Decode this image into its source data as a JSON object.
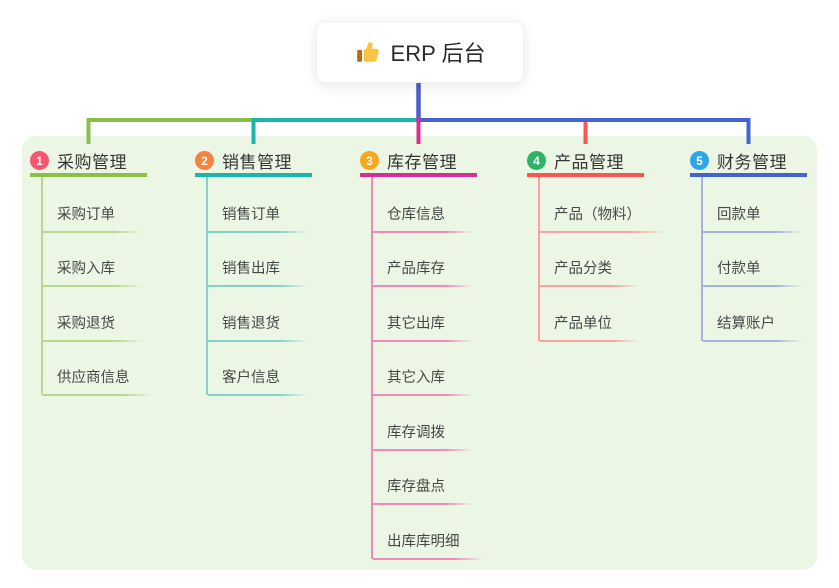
{
  "root": {
    "label": "ERP 后台",
    "icon": "thumbs-up-icon"
  },
  "canvas": {
    "background": "#ffffff",
    "panel_background": "#ebf6e4",
    "root_connector_color": "#4a5ed0"
  },
  "branches": [
    {
      "index": "1",
      "label": "采购管理",
      "badge_color": "#f5566f",
      "line_color": "#8abf4a",
      "child_line_color": "#b7d98e",
      "children": [
        "采购订单",
        "采购入库",
        "采购退货",
        "供应商信息"
      ]
    },
    {
      "index": "2",
      "label": "销售管理",
      "badge_color": "#f58240",
      "line_color": "#1cb5ab",
      "child_line_color": "#82d2cb",
      "children": [
        "销售订单",
        "销售出库",
        "销售退货",
        "客户信息"
      ]
    },
    {
      "index": "3",
      "label": "库存管理",
      "badge_color": "#f8a81e",
      "line_color": "#d53091",
      "child_line_color": "#ee8abc",
      "children": [
        "仓库信息",
        "产品库存",
        "其它出库",
        "其它入库",
        "库存调拨",
        "库存盘点",
        "出库库明细"
      ]
    },
    {
      "index": "4",
      "label": "产品管理",
      "badge_color": "#2cb566",
      "line_color": "#f8564e",
      "child_line_color": "#f9a39e",
      "children": [
        "产品（物料）",
        "产品分类",
        "产品单位"
      ]
    },
    {
      "index": "5",
      "label": "财务管理",
      "badge_color": "#2ca7e4",
      "line_color": "#4263d1",
      "child_line_color": "#a3b3dd",
      "children": [
        "回款单",
        "付款单",
        "结算账户"
      ]
    }
  ]
}
